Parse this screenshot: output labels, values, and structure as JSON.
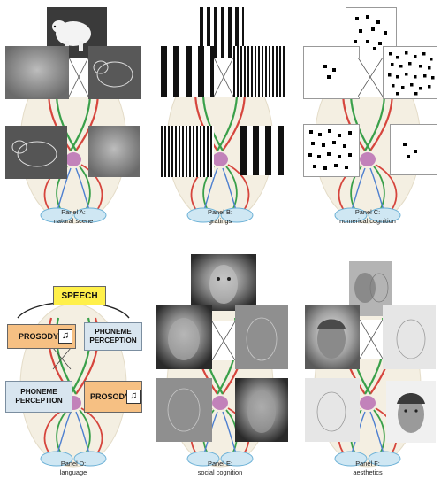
{
  "panels": [
    {
      "id": "A",
      "caption_title": "Panel A:",
      "caption_sub": "natural scene"
    },
    {
      "id": "B",
      "caption_title": "Panel B:",
      "caption_sub": "gratings"
    },
    {
      "id": "C",
      "caption_title": "Panel C:",
      "caption_sub": "numerical cognition"
    },
    {
      "id": "D",
      "caption_title": "Panel D:",
      "caption_sub": "language"
    },
    {
      "id": "E",
      "caption_title": "Panel E:",
      "caption_sub": "social cognition"
    },
    {
      "id": "F",
      "caption_title": "Panel F:",
      "caption_sub": "aesthetics"
    }
  ],
  "language": {
    "speech": "SPEECH",
    "prosody_left": "PROSODY",
    "phoneme_right": "PHONEME PERCEPTION",
    "phoneme_left": "PHONEME PERCEPTION",
    "prosody_right": "PROSODY",
    "note_glyph": "♫"
  },
  "colors": {
    "brain_fill": "#f4efe2",
    "tract_red": "#d6453d",
    "tract_green": "#3aa04a",
    "tract_blue": "#4d7fd0",
    "optic_magenta": "#b86fb3",
    "speech_yellow": "#fff04a",
    "prosody_orange": "#f6c083",
    "phoneme_blue": "#d8e5ef"
  },
  "icons": [
    "polar-bear-photo",
    "grating-pattern",
    "dot-array",
    "arcimboldo-face-photo",
    "human-face-photo",
    "music-note-icon",
    "brain-diagram-icon"
  ]
}
